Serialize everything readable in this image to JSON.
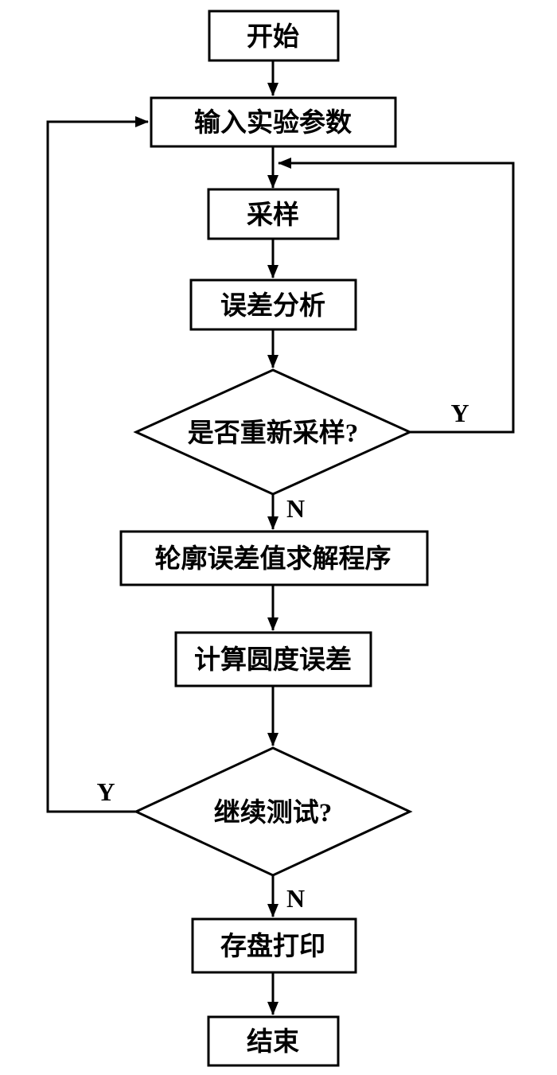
{
  "flowchart": {
    "nodes": {
      "start": "开始",
      "input_params": "输入实验参数",
      "sampling": "采样",
      "error_analysis": "误差分析",
      "resample_decision": "是否重新采样?",
      "contour_solver": "轮廓误差值求解程序",
      "roundness_calc": "计算圆度误差",
      "continue_decision": "继续测试?",
      "save_print": "存盘打印",
      "end": "结束"
    },
    "branch_labels": {
      "resample_yes": "Y",
      "resample_no": "N",
      "continue_yes": "Y",
      "continue_no": "N"
    },
    "colors": {
      "line": "#000000",
      "background": "#ffffff"
    }
  }
}
